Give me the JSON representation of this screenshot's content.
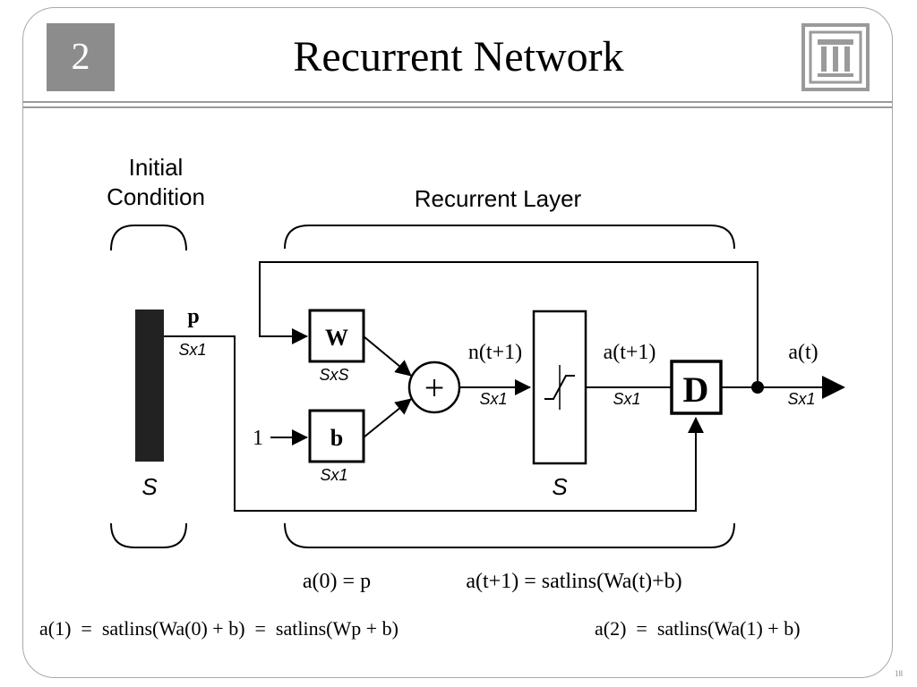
{
  "slide": {
    "chapter": "2",
    "title": "Recurrent Network",
    "page": "18"
  },
  "diagram": {
    "initial_condition_line1": "Initial",
    "initial_condition_line2": "Condition",
    "recurrent_layer": "Recurrent Layer",
    "p_label": "p",
    "p_dim": "Sx1",
    "input_size": "S",
    "w_label": "W",
    "w_dim": "SxS",
    "b_label": "b",
    "b_dim": "Sx1",
    "bias_input": "1",
    "sum_symbol": "+",
    "n_label": "n(t+1)",
    "n_dim": "Sx1",
    "transfer_size": "S",
    "a_next_label": "a(t+1)",
    "a_next_dim": "Sx1",
    "delay_label": "D",
    "a_out_label": "a(t)",
    "a_out_dim": "Sx1",
    "eq_init": "a(0) = p",
    "eq_recur": "a(t+1) = satlins(Wa(t)+b)"
  },
  "equations": {
    "left": "a(1)  =  satlins(Wa(0) + b)  =  satlins(Wp + b)",
    "right": "a(2)  =  satlins(Wa(1) + b)"
  },
  "colors": {
    "chapter_box": "#8c8c8c",
    "logo": "#9a9a9a"
  }
}
